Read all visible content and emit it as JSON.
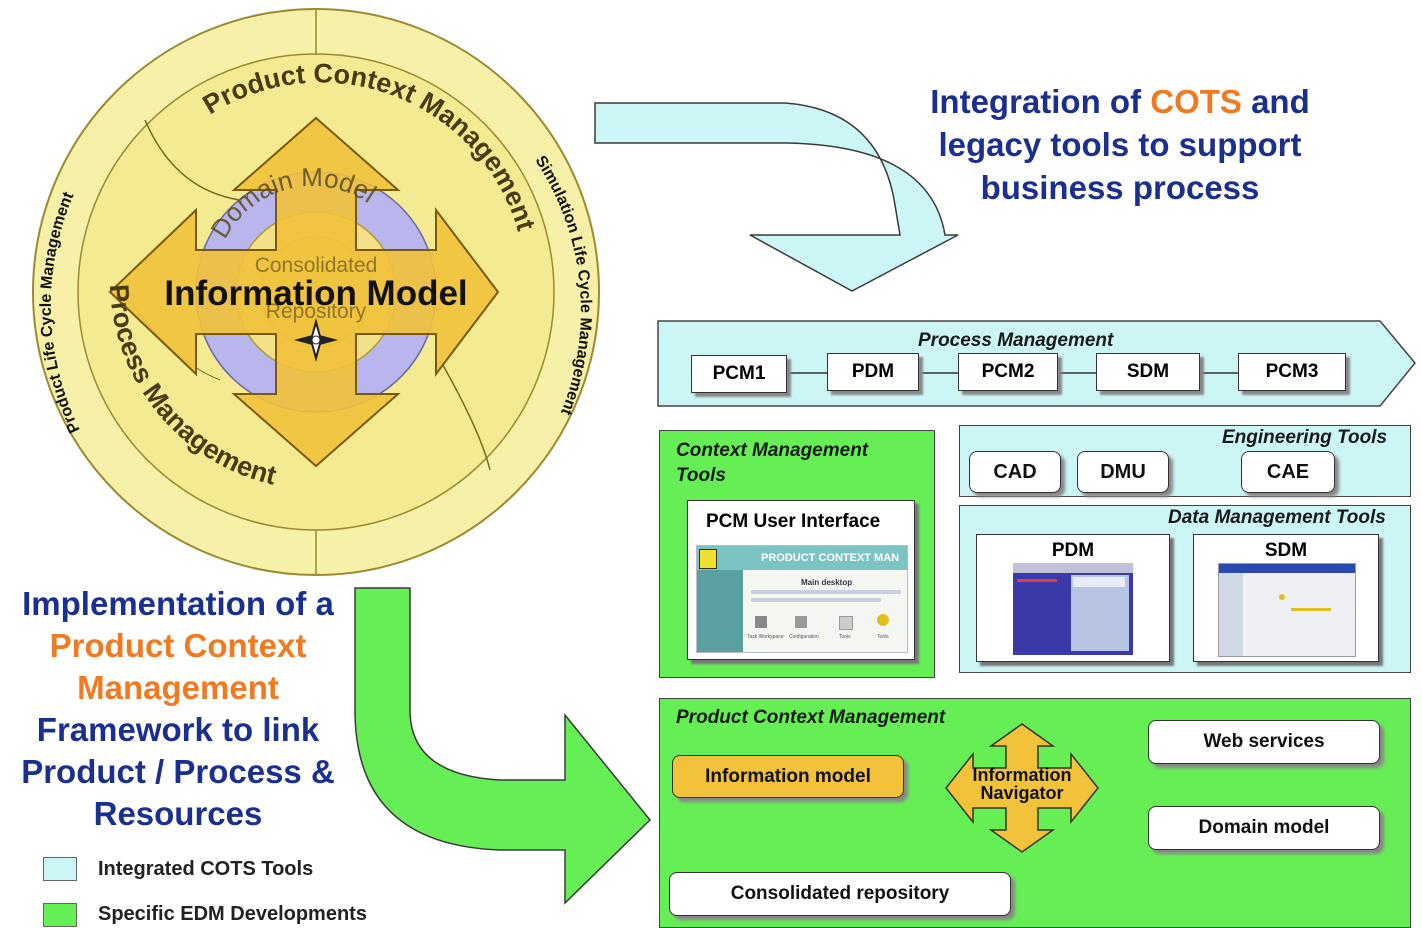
{
  "colors": {
    "cots": "#ccf5f5",
    "edm": "#66ee55",
    "navy": "#1b2f8f",
    "orange": "#f07a22",
    "circle_yellow": "#f6f0a8",
    "arrow_gold": "#f1c23a",
    "domain_lavender": "#b8b6ec"
  },
  "headline_top": {
    "line1a": "Integration of ",
    "line1b": "COTS",
    "line1c": " and",
    "line2": "legacy tools to support",
    "line3": "business process"
  },
  "headline_left": {
    "line1": "Implementation of a",
    "line2": "Product Context",
    "line3": "Management",
    "line4": "Framework to link",
    "line5": "Product / Process &",
    "line6": "Resources"
  },
  "circle": {
    "outer_left": "Product Life Cycle Management",
    "outer_right": "Simulation Life Cycle Management",
    "top_arc": "Product Context Management",
    "bottom_arc": "Process Management",
    "domain_model_label": "Domain Model",
    "center": "Information Model",
    "repository_line1": "Consolidated",
    "repository_line2": "Repository"
  },
  "process_management": {
    "title": "Process Management",
    "items": [
      "PCM1",
      "PDM",
      "PCM2",
      "SDM",
      "PCM3"
    ]
  },
  "context_tools": {
    "title_line1": "Context Management",
    "title_line2": "Tools",
    "ui_title": "PCM User Interface",
    "screenshot_header": "PRODUCT CONTEXT MAN",
    "screenshot_sub": "Main desktop",
    "icon_labels": [
      "Task Workspace",
      "Configuration",
      "Tools",
      "Tools"
    ]
  },
  "engineering_tools": {
    "title": "Engineering Tools",
    "items": [
      "CAD",
      "DMU",
      "CAE"
    ]
  },
  "data_management_tools": {
    "title": "Data Management Tools",
    "items": [
      "PDM",
      "SDM"
    ]
  },
  "product_context_management": {
    "title": "Product Context Management",
    "information_model": "Information model",
    "navigator_line1": "Information",
    "navigator_line2": "Navigator",
    "web_services": "Web services",
    "domain_model": "Domain model",
    "consolidated_repository": "Consolidated repository"
  },
  "legend": [
    {
      "label": "Integrated COTS Tools",
      "color": "#ccf5f5"
    },
    {
      "label": "Specific EDM Developments",
      "color": "#66ee55"
    }
  ]
}
